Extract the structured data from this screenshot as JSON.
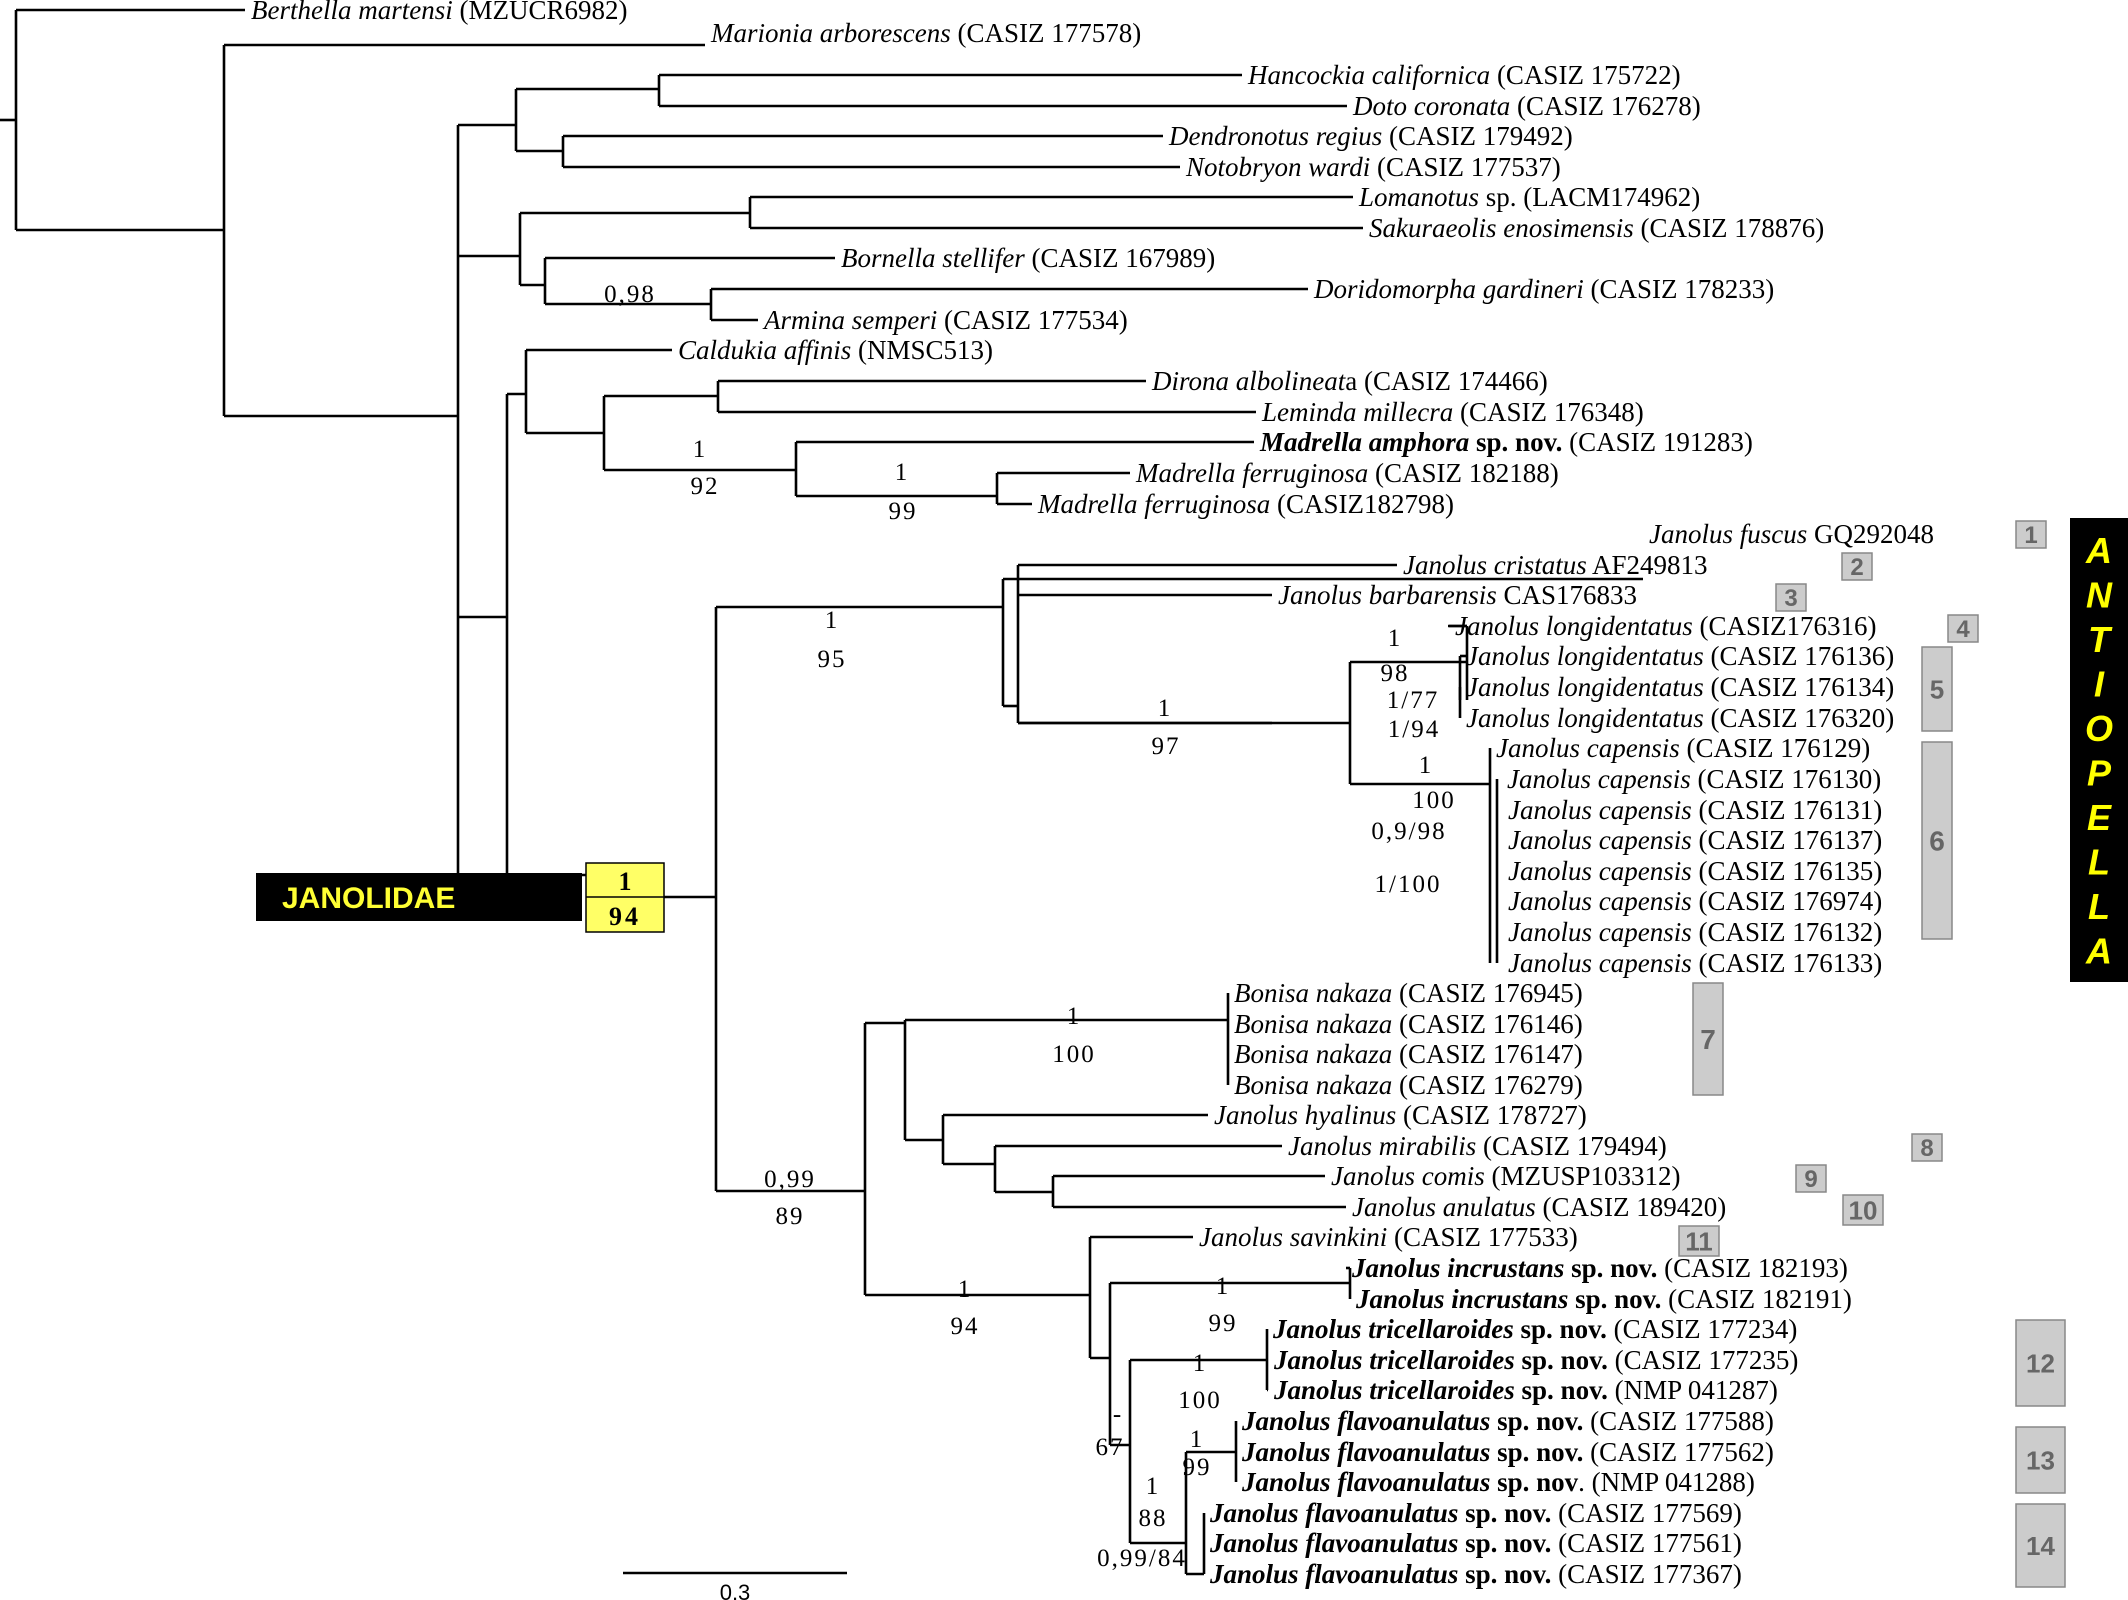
{
  "taxa": [
    {
      "italic": "Berthella martensi",
      "suffix": " (MZUCR6982)"
    },
    {
      "italic": "Marionia arborescens",
      "suffix": " (CASIZ 177578)"
    },
    {
      "italic": "Hancockia californica",
      "suffix": " (CASIZ 175722)"
    },
    {
      "italic": "Doto coronata",
      "suffix": " (CASIZ 176278)"
    },
    {
      "italic": "Dendronotus regius",
      "suffix": " (CASIZ 179492)"
    },
    {
      "italic": "Notobryon wardi",
      "suffix": " (CASIZ 177537)"
    },
    {
      "italic": "Lomanotus",
      "suffix": " sp. (LACM174962)"
    },
    {
      "italic": "Sakuraeolis enosimensis",
      "suffix": " (CASIZ 178876)"
    },
    {
      "italic": "Bornella stellifer",
      "suffix": " (CASIZ 167989)"
    },
    {
      "italic": "Doridomorpha gardineri",
      "suffix": " (CASIZ 178233)"
    },
    {
      "italic": "Armina semperi",
      "suffix": " (CASIZ 177534)"
    },
    {
      "italic": "Caldukia affinis",
      "suffix": " (NMSC513)"
    },
    {
      "italic": "Dirona albolineat",
      "suffix": "a (CASIZ 174466)"
    },
    {
      "italic": "Leminda millecra",
      "suffix": " (CASIZ 176348)"
    },
    {
      "italic": "Madrella amphora",
      "nov": " sp. nov.",
      "suffix": " (CASIZ 191283)"
    },
    {
      "italic": "Madrella ferruginosa",
      "suffix": " (CASIZ 182188)"
    },
    {
      "italic": "Madrella ferruginosa",
      "suffix": " (CASIZ182798)"
    },
    {
      "italic": "Janolus fuscus",
      "suffix": " GQ292048"
    },
    {
      "italic": "Janolus cristatus",
      "suffix": " AF249813"
    },
    {
      "italic": "Janolus barbarensis",
      "suffix": " CAS176833"
    },
    {
      "italic": "Janolus longidentatus",
      "suffix": " (CASIZ176316)"
    },
    {
      "italic": "Janolus longidentatus",
      "suffix": " (CASIZ 176136)"
    },
    {
      "italic": "Janolus longidentatus",
      "suffix": " (CASIZ 176134)"
    },
    {
      "italic": "Janolus longidentatus",
      "suffix": " (CASIZ 176320)"
    },
    {
      "italic": "Janolus capensis",
      "suffix": " (CASIZ 176129)"
    },
    {
      "italic": "Janolus capensis",
      "suffix": " (CASIZ 176130)"
    },
    {
      "italic": "Janolus capensis",
      "suffix": " (CASIZ 176131)"
    },
    {
      "italic": "Janolus capensis",
      "suffix": " (CASIZ 176137)"
    },
    {
      "italic": "Janolus capensis",
      "suffix": " (CASIZ 176135)"
    },
    {
      "italic": "Janolus capensis",
      "suffix": " (CASIZ 176974)"
    },
    {
      "italic": "Janolus capensis",
      "suffix": " (CASIZ 176132)"
    },
    {
      "italic": "Janolus capensis",
      "suffix": " (CASIZ 176133)"
    },
    {
      "italic": "Bonisa nakaza",
      "suffix": " (CASIZ 176945)"
    },
    {
      "italic": "Bonisa nakaza",
      "suffix": " (CASIZ 176146)"
    },
    {
      "italic": "Bonisa nakaza",
      "suffix": " (CASIZ 176147)"
    },
    {
      "italic": "Bonisa nakaza",
      "suffix": " (CASIZ 176279)"
    },
    {
      "italic": "Janolus hyalinus",
      "suffix": " (CASIZ 178727)"
    },
    {
      "italic": "Janolus mirabilis",
      "suffix": " (CASIZ 179494)"
    },
    {
      "italic": "Janolus comis",
      "suffix": " (MZUSP103312)"
    },
    {
      "italic": "Janolus anulatus",
      "suffix": " (CASIZ 189420)"
    },
    {
      "italic": "Janolus savinkini",
      "suffix": " (CASIZ 177533)"
    },
    {
      "italic": "Janolus incrustans",
      "nov": " sp. nov.",
      "suffix": " (CASIZ 182193)"
    },
    {
      "italic": "Janolus incrustans",
      "nov": " sp. nov.",
      "suffix": " (CASIZ 182191)"
    },
    {
      "italic": "Janolus tricellaroides",
      "nov": " sp. nov.",
      "suffix": " (CASIZ 177234)"
    },
    {
      "italic": "Janolus tricellaroides",
      "nov": " sp. nov.",
      "suffix": " (CASIZ 177235)"
    },
    {
      "italic": "Janolus tricellaroides",
      "nov": " sp. nov.",
      "suffix": " (NMP 041287)"
    },
    {
      "italic": "Janolus flavoanulatus",
      "nov": " sp. nov.",
      "suffix": " (CASIZ 177588)"
    },
    {
      "italic": "Janolus flavoanulatus",
      "nov": " sp. nov.",
      "suffix": " (CASIZ 177562)"
    },
    {
      "italic": "Janolus flavoanulatus",
      "nov": " sp. nov",
      "suffix": ". (NMP 041288)"
    },
    {
      "italic": "Janolus flavoanulatus",
      "nov": " sp. nov.",
      "suffix": " (CASIZ 177569)"
    },
    {
      "italic": "Janolus flavoanulatus",
      "nov": " sp. nov.",
      "suffix": " (CASIZ 177561)"
    },
    {
      "italic": "Janolus flavoanulatus",
      "nov": " sp. nov.",
      "suffix": " (CASIZ 177367)"
    }
  ],
  "support_values": [
    "0,98",
    "1",
    "92",
    "1",
    "99",
    "1",
    "95",
    "1",
    "98",
    "1/77",
    "1/94",
    "1",
    "97",
    "1",
    "100",
    "0,9/98",
    "1/100",
    "1",
    "100",
    "0,99",
    "89",
    "1",
    "94",
    "1",
    "99",
    "1",
    "100",
    "-",
    "67",
    "1",
    "99",
    "1",
    "88",
    "0,99/84"
  ],
  "clade_labels": [
    "1",
    "2",
    "3",
    "4",
    "5",
    "6",
    "7",
    "8",
    "9",
    "10",
    "11",
    "12",
    "13",
    "14"
  ],
  "family_label": "JANOLIDAE",
  "family_support": {
    "top": "1",
    "bottom": "94"
  },
  "genus_label": "ANTIOPELLA",
  "scale_bar": "0.3",
  "colors": {
    "branch": "#000000",
    "clade_box_fill": "#cccccc",
    "clade_box_text": "#666666",
    "family_box": "#000000",
    "family_text": "#ffff33",
    "support_box": "#ffff66",
    "genus_bar": "#000000",
    "genus_text": "#ffff00"
  }
}
